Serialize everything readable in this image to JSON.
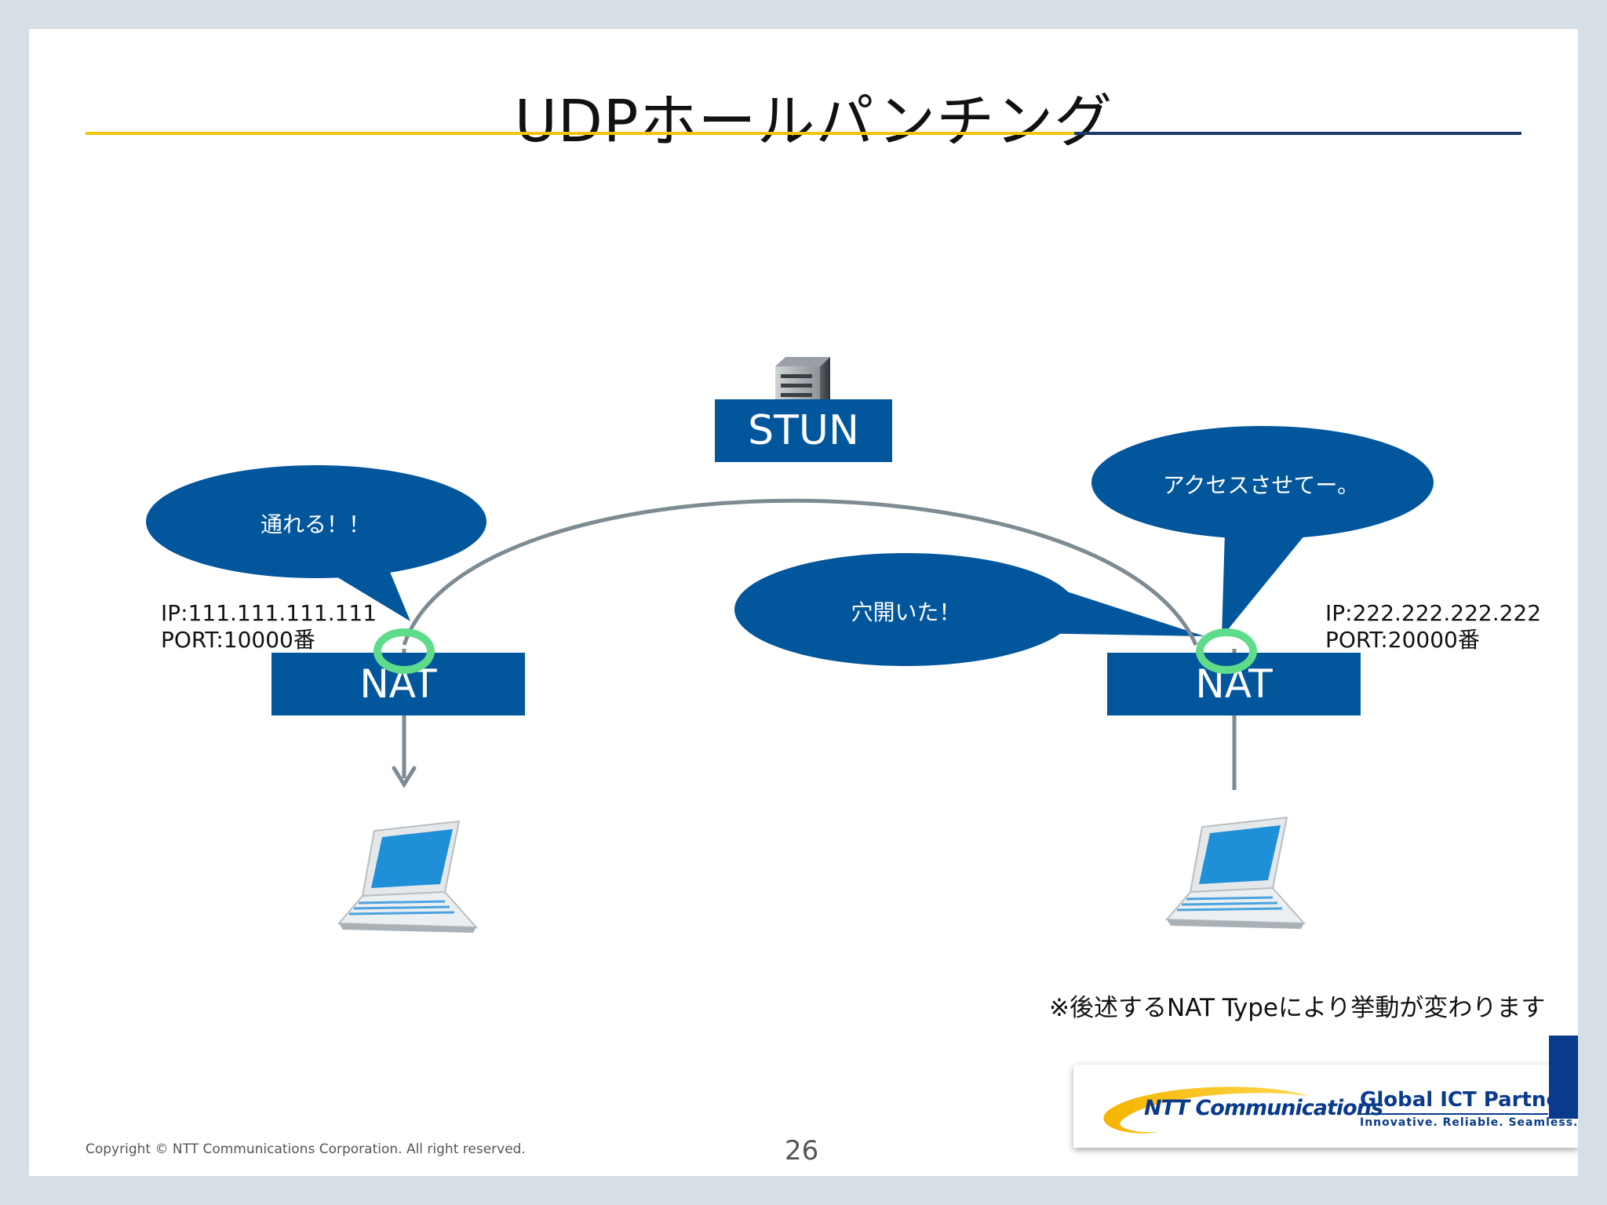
{
  "slide": {
    "title": "UDPホールパンチング",
    "page_number": "26",
    "copyright": "Copyright © NTT Communications Corporation. All right reserved.",
    "note": "※後述するNAT Typeにより挙動が変わります"
  },
  "diagram": {
    "stun_label": "STUN",
    "nat_left_label": "NAT",
    "nat_right_label": "NAT",
    "left_ip": "IP:111.111.111.111",
    "left_port": "PORT:10000番",
    "right_ip": "IP:222.222.222.222",
    "right_port": "PORT:20000番",
    "bubble_left": "通れる！！",
    "bubble_center": "穴開いた！",
    "bubble_right": "アクセスさせてー。"
  },
  "logo": {
    "brand": "NTT Communications",
    "tagline": "Global ICT Partner",
    "subtagline": "Innovative. Reliable. Seamless."
  },
  "colors": {
    "box_blue": "#02569c",
    "title_rule_gold": "#f1c40f",
    "title_rule_navy": "#1b3a6b",
    "port_ring_green": "#5fdc8a",
    "connector_gray": "#7d8b93"
  },
  "icons": [
    "server-icon",
    "laptop-icon",
    "laptop-icon"
  ]
}
